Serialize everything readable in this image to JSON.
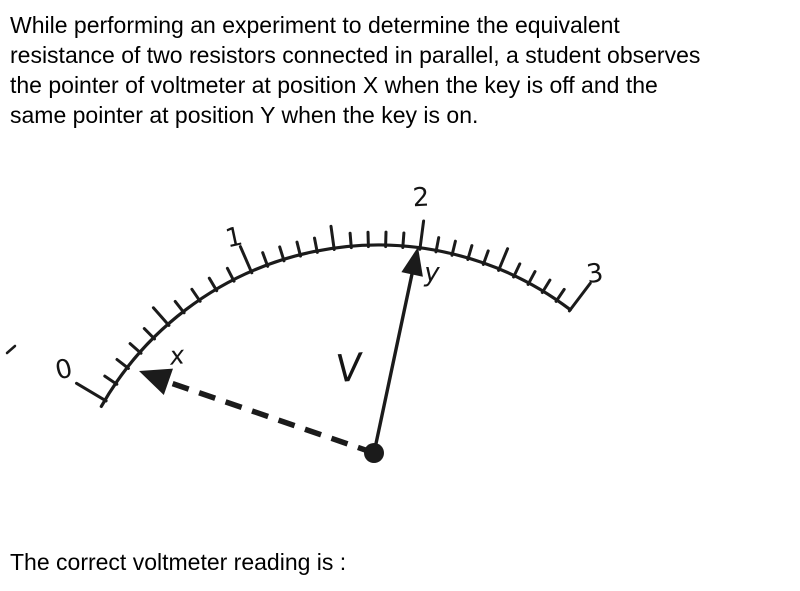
{
  "question": {
    "lines": [
      "While performing an experiment to determine the equivalent",
      "resistance of two resistors connected in parallel, a student observes",
      "the pointer of voltmeter at position X when the key is off and the",
      "same pointer at position Y when the key is on."
    ]
  },
  "figure": {
    "scale_labels": [
      "0",
      "1",
      "2",
      "3"
    ],
    "pointer_off_label": "x",
    "pointer_on_label": "y",
    "meter_label": "V"
  },
  "prompt": "The correct voltmeter reading is :",
  "colors": {
    "ink": "#1b1b1b",
    "background": "#ffffff"
  }
}
